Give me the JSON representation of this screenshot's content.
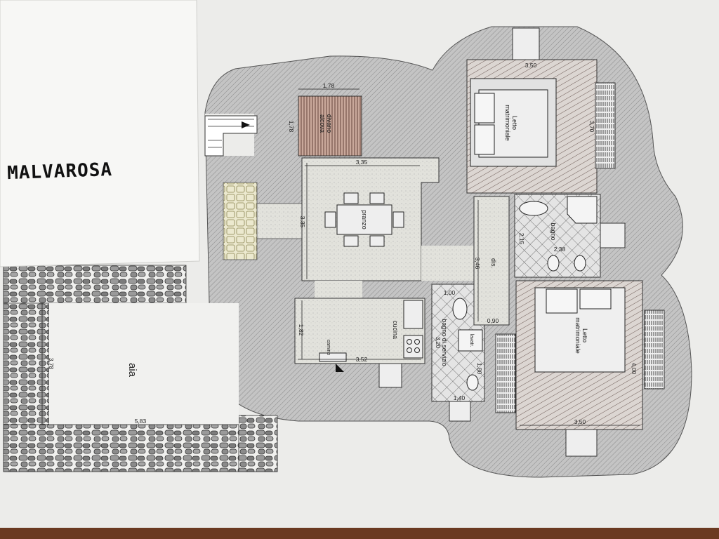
{
  "title": "MALVAROSA",
  "colors": {
    "paper": "#ececea",
    "wall": "#b3b3b3",
    "envelope": "#f7f7f5",
    "floor": "#deded8",
    "wood": "#6b3a22"
  },
  "rooms": {
    "aia": {
      "label": "aia",
      "width": "5,83",
      "depth": "3,78"
    },
    "alcova": {
      "label1": "divano",
      "label2": "alcova",
      "width": "1,78",
      "depth": "1,78"
    },
    "pranzo": {
      "label": "pranzo",
      "width": "3,35",
      "depth": "3,35"
    },
    "cucina": {
      "label": "cucina",
      "camino": "camino",
      "width": "3,52",
      "depth": "1,82"
    },
    "bagno_servizio": {
      "label": "bagno di servizio",
      "lavatr": "lavatr.",
      "w1": "1,00",
      "len": "3,20",
      "d1": "1,80",
      "w2": "1,40"
    },
    "disimpegno": {
      "label": "dis.",
      "len": "3,46",
      "width": "0,90"
    },
    "bagno": {
      "label": "bagno",
      "depth": "2,15",
      "width": "2,38"
    },
    "letto1": {
      "label1": "Letto",
      "label2": "matrimoniale",
      "width": "3,50",
      "depth": "3,70"
    },
    "letto2": {
      "label1": "Letto",
      "label2": "matrimoniale",
      "width": "3,50",
      "depth": "4,00"
    }
  }
}
